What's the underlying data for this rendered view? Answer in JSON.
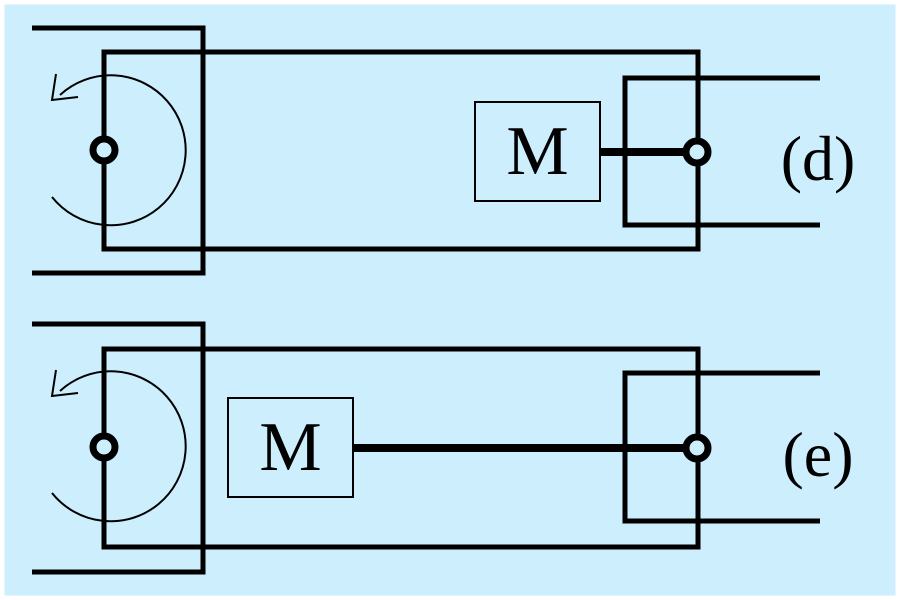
{
  "colors": {
    "background": "#cdeefd",
    "border": "#ffffff",
    "ink": "#000000"
  },
  "diagrams": [
    {
      "mass_label": "M",
      "panel_label": "(d)"
    },
    {
      "mass_label": "M",
      "panel_label": "(e)"
    }
  ]
}
